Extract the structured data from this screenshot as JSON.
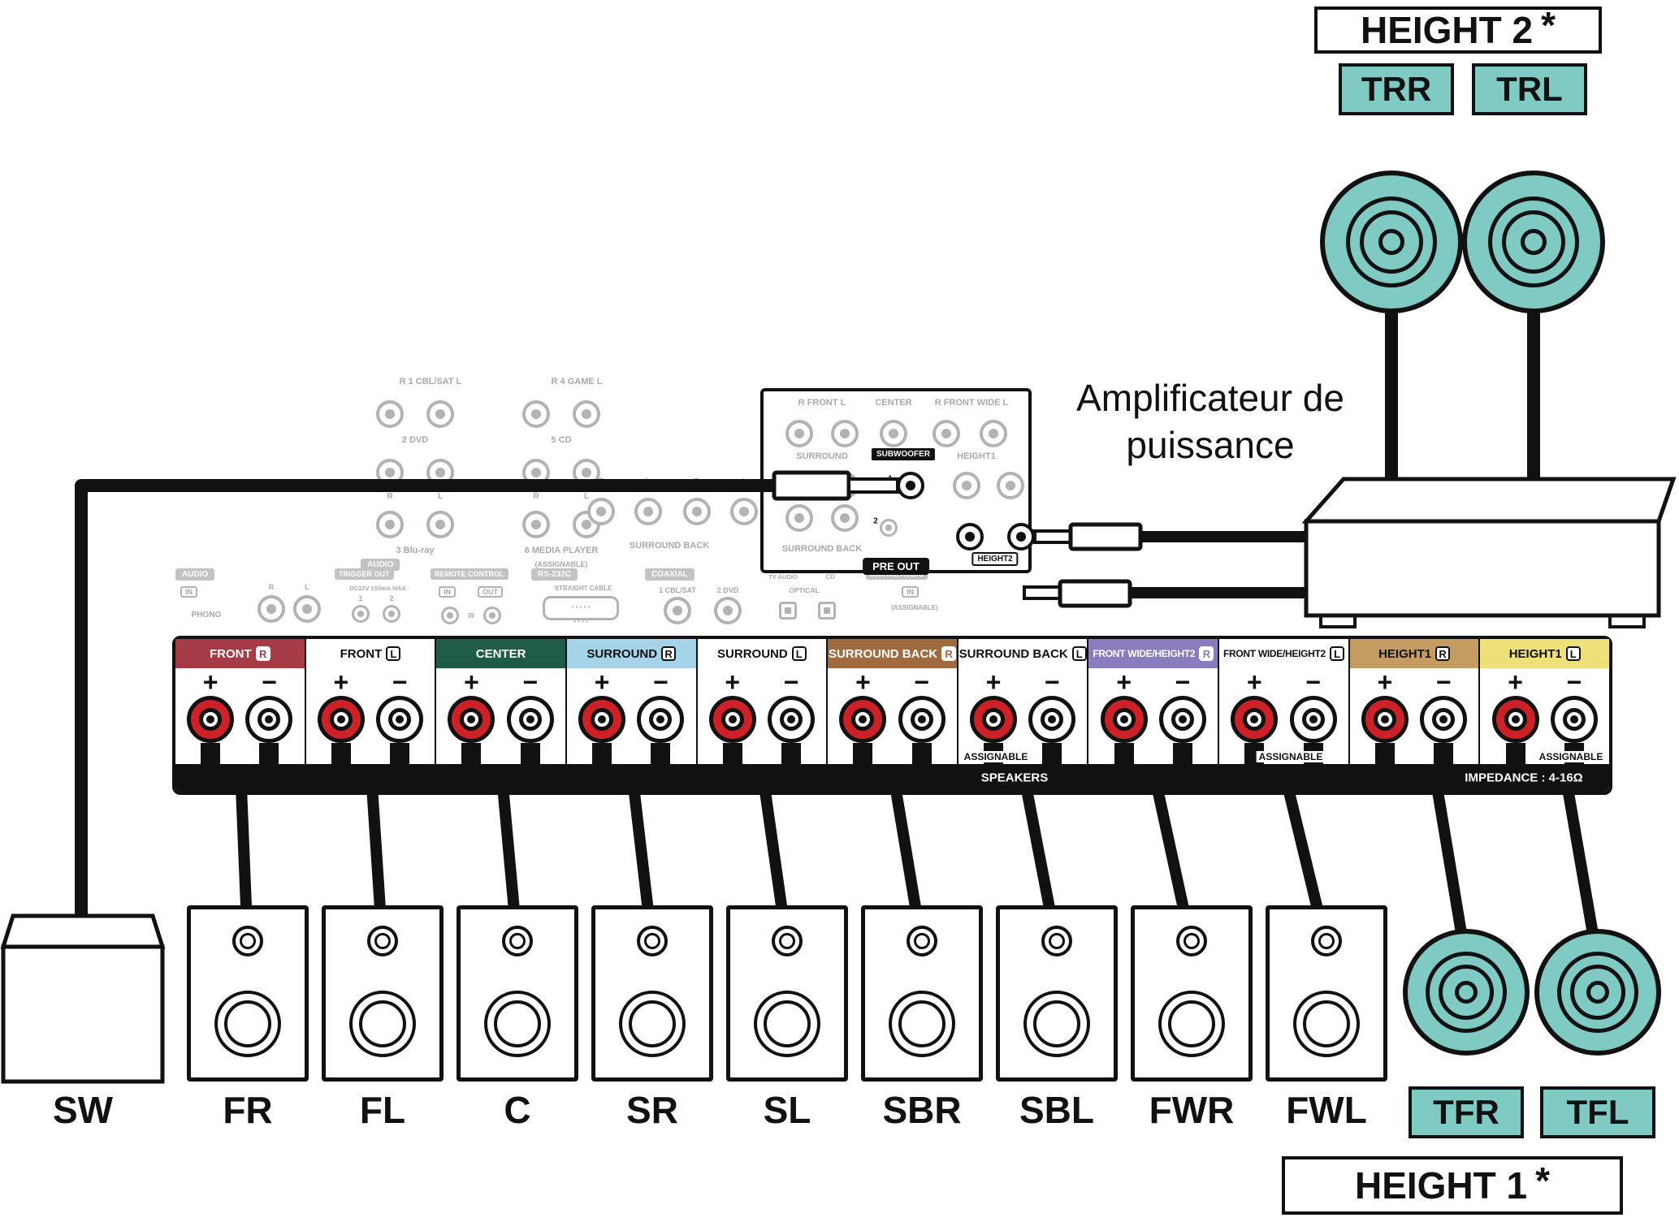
{
  "colors": {
    "teal": "#7FCBC4",
    "terminal_plus_red": "#CB2127",
    "wire_black": "#111111",
    "watermark_gray": "#AFAFAF"
  },
  "top_section": {
    "height2_title": "HEIGHT 2",
    "height2_asterisk": "*",
    "trr": "TRR",
    "trl": "TRL",
    "amplifier_line1": "Amplificateur de",
    "amplifier_line2": "puissance"
  },
  "bottom_section": {
    "height1_title": "HEIGHT 1",
    "height1_asterisk": "*"
  },
  "pre_out": {
    "front": "R FRONT L",
    "center": "CENTER",
    "front_wide": "R FRONT WIDE L",
    "surround": "SURROUND",
    "subwoofer": "SUBWOOFER",
    "height1": "HEIGHT1",
    "surround_back": "SURROUND BACK",
    "height2": "HEIGHT2",
    "jack1": "1",
    "jack2": "2",
    "panel_label": "PRE OUT"
  },
  "rear_panel": {
    "audio_inputs": {
      "row1_left": "R 1 CBL/SAT L",
      "row1_right": "R 4 GAME L",
      "row2_left": "2 DVD",
      "row2_right": "5 CD",
      "row3_letters": [
        "R",
        "L",
        "R",
        "L"
      ],
      "row4_left": "3 Blu-ray",
      "row4_right": "6 MEDIA PLAYER",
      "audio_bar": "AUDIO",
      "assignable": "(ASSIGNABLE)"
    },
    "surround_back_block": {
      "letters": [
        "R",
        "L",
        "R",
        "L"
      ],
      "label": "SURROUND BACK"
    },
    "phono_block": {
      "title": "AUDIO",
      "in_badge": "IN",
      "r": "R",
      "l": "L",
      "label": "PHONO"
    },
    "trigger_block": {
      "title": "TRIGGER OUT",
      "sub": "DC12V 150mA MAX.",
      "n1": "1",
      "n2": "2"
    },
    "remote_block": {
      "title": "REMOTE CONTROL",
      "in_badge": "IN",
      "out_badge": "OUT",
      "ir": "IR"
    },
    "rs232_block": {
      "title": "RS-232C",
      "sub": "STRAIGHT CABLE"
    },
    "coaxial_block": {
      "title": "COAXIAL",
      "j1": "1 CBL/SAT",
      "j2": "2 DVD"
    },
    "optical_block": {
      "tv": "TV AUDIO",
      "label": "OPTICAL",
      "cd": "CD"
    },
    "digital_block": {
      "title": "DIGITAL AUDIO",
      "in_badge": "IN",
      "assignable": "(ASSIGNABLE)"
    }
  },
  "terminal_panel": {
    "plus": "+",
    "minus": "−",
    "speakers_text": "SPEAKERS",
    "impedance_text": "IMPEDANCE : 4-16Ω",
    "assignable_text": "ASSIGNABLE",
    "groups": [
      {
        "label": "FRONT",
        "channel": "R",
        "bg": "#A53B45",
        "fg": "#FFFFFF"
      },
      {
        "label": "FRONT",
        "channel": "L",
        "bg": "#FFFFFF",
        "fg": "#111111"
      },
      {
        "label": "CENTER",
        "channel": "",
        "bg": "#1E5C45",
        "fg": "#FFFFFF"
      },
      {
        "label": "SURROUND",
        "channel": "R",
        "bg": "#A5D4E8",
        "fg": "#111111"
      },
      {
        "label": "SURROUND",
        "channel": "L",
        "bg": "#FFFFFF",
        "fg": "#111111"
      },
      {
        "label": "SURROUND BACK",
        "channel": "R",
        "bg": "#A06B3E",
        "fg": "#FFFFFF"
      },
      {
        "label": "SURROUND BACK",
        "channel": "L",
        "bg": "#FFFFFF",
        "fg": "#111111"
      },
      {
        "label": "FRONT WIDE/HEIGHT2",
        "channel": "R",
        "bg": "#8B7CBD",
        "fg": "#FFFFFF"
      },
      {
        "label": "FRONT WIDE/HEIGHT2",
        "channel": "L",
        "bg": "#FFFFFF",
        "fg": "#111111"
      },
      {
        "label": "HEIGHT1",
        "channel": "R",
        "bg": "#C49B61",
        "fg": "#111111"
      },
      {
        "label": "HEIGHT1",
        "channel": "L",
        "bg": "#EFE17A",
        "fg": "#111111"
      }
    ]
  },
  "speakers": [
    {
      "label": "SW",
      "type": "subwoofer"
    },
    {
      "label": "FR",
      "type": "box"
    },
    {
      "label": "FL",
      "type": "box"
    },
    {
      "label": "C",
      "type": "box"
    },
    {
      "label": "SR",
      "type": "box"
    },
    {
      "label": "SL",
      "type": "box"
    },
    {
      "label": "SBR",
      "type": "box"
    },
    {
      "label": "SBL",
      "type": "box"
    },
    {
      "label": "FWR",
      "type": "box"
    },
    {
      "label": "FWL",
      "type": "box"
    },
    {
      "label": "TFR",
      "type": "height"
    },
    {
      "label": "TFL",
      "type": "height"
    }
  ]
}
